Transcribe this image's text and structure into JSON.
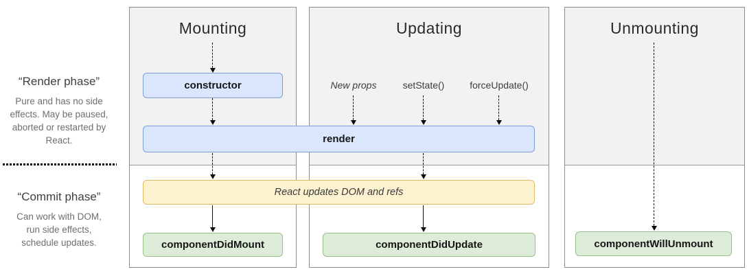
{
  "sidebar": {
    "render_phase": {
      "title": "“Render phase”",
      "lines": [
        "Pure and has no side",
        "effects. May be paused,",
        "aborted or restarted by",
        "React."
      ]
    },
    "commit_phase": {
      "title": "“Commit phase”",
      "lines": [
        "Can work with DOM,",
        "run side effects,",
        "schedule updates."
      ]
    }
  },
  "columns": [
    {
      "title": "Mounting"
    },
    {
      "title": "Updating",
      "triggers": [
        {
          "label": "New props"
        },
        {
          "label": "setState()"
        },
        {
          "label": "forceUpdate()"
        }
      ]
    },
    {
      "title": "Unmounting"
    }
  ],
  "boxes": {
    "constructor": {
      "label": "constructor"
    },
    "render": {
      "label": "render"
    },
    "react_updates": {
      "label": "React updates DOM and refs"
    },
    "component_did_mount": {
      "label": "componentDidMount"
    },
    "component_did_update": {
      "label": "componentDidUpdate"
    },
    "component_will_unmount": {
      "label": "componentWillUnmount"
    }
  },
  "colors": {
    "panel_bg_render_phase": "#f2f2f2",
    "panel_bg_commit_phase": "#ffffff",
    "panel_border": "#8c8c8c",
    "phase_divider": "#999999",
    "blue_fill": "#d9e6fb",
    "blue_border": "#7d9dd9",
    "yellow_fill": "#fdf3d0",
    "yellow_border": "#dcbd62",
    "green_fill": "#ddecd8",
    "green_border": "#97c187",
    "arrow": "#0a0a0a"
  }
}
